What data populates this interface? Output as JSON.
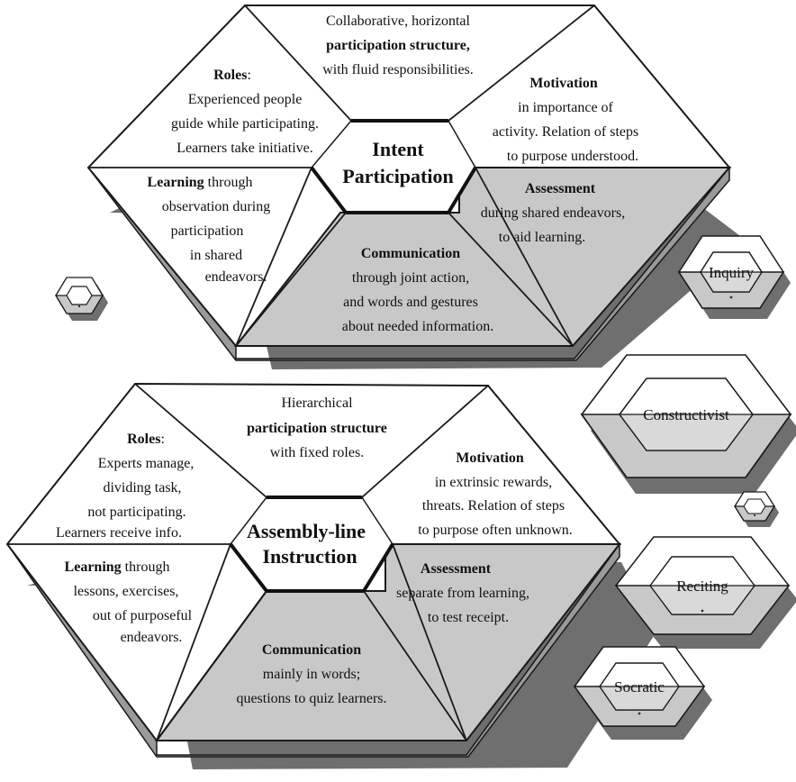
{
  "colors": {
    "face_light": "#ffffff",
    "face_gray": "#c8c8c8",
    "edge": "#1a1a1a",
    "shadow": "#6f6f6f",
    "ink": "#111111"
  },
  "top_hex": {
    "center": [
      "Intent",
      "Participation"
    ],
    "structure": [
      "Collaborative, horizontal",
      "participation structure,",
      "with fluid responsibilities."
    ],
    "roles": {
      "title": "Roles",
      "colon": ":",
      "lines": [
        "Experienced people",
        "guide while participating.",
        "Learners take initiative."
      ]
    },
    "motivation": {
      "title": "Motivation",
      "lines": [
        "in importance of",
        "activity. Relation of steps",
        "to purpose understood."
      ]
    },
    "learning": {
      "title": "Learning",
      "after": " through",
      "lines": [
        "observation during",
        "participation",
        "in shared",
        "endeavors."
      ]
    },
    "assessment": {
      "title": "Assessment",
      "lines": [
        "during shared endeavors,",
        "to aid learning."
      ]
    },
    "communication": {
      "title": "Communication",
      "lines": [
        "through joint action,",
        "and words and gestures",
        "about needed information."
      ]
    }
  },
  "bottom_hex": {
    "center": [
      "Assembly-line",
      "Instruction"
    ],
    "structure": [
      "Hierarchical",
      "participation  structure",
      "with fixed roles."
    ],
    "roles": {
      "title": "Roles",
      "colon": ":",
      "lines": [
        "Experts manage,",
        "dividing task,",
        "not participating.",
        "Learners receive info."
      ]
    },
    "motivation": {
      "title": "Motivation",
      "lines": [
        "in extrinsic rewards,",
        "threats.  Relation of steps",
        "to purpose often unknown."
      ]
    },
    "learning": {
      "title": "Learning",
      "after": " through",
      "lines": [
        "lessons, exercises,",
        "out of purposeful",
        "endeavors."
      ]
    },
    "assessment": {
      "title": "Assessment",
      "lines": [
        "separate from learning,",
        "to test receipt."
      ]
    },
    "communication": {
      "title": "Communication",
      "lines": [
        "mainly in words;",
        "questions to quiz learners."
      ]
    }
  },
  "gems": {
    "inquiry": "Inquiry",
    "constructivist": "Constructivist",
    "reciting": "Reciting",
    "socratic": "Socratic"
  }
}
